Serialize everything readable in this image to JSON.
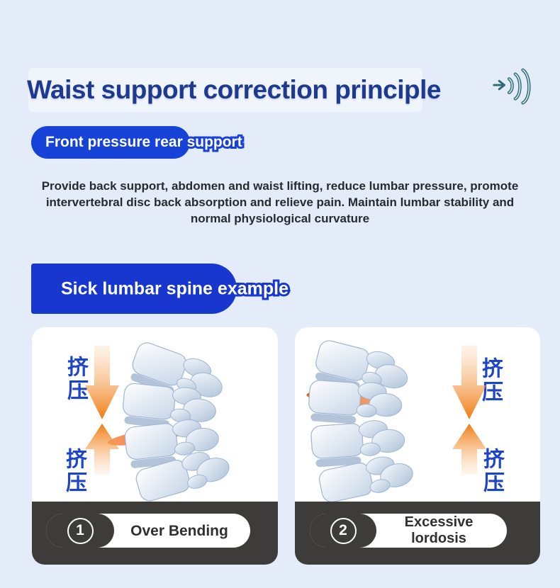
{
  "header": {
    "title": "Waist support correction principle",
    "badge_label": "Front pressure rear support",
    "description": "Provide back support, abdomen and waist lifting, reduce lumbar pressure, promote intervertebral disc back absorption and relieve pain. Maintain lumbar stability and normal physiological curvature"
  },
  "section": {
    "label": "Sick lumbar spine example"
  },
  "panels": [
    {
      "number": "1",
      "caption": "Over Bending",
      "pressure_label": "挤压"
    },
    {
      "number": "2",
      "caption": "Excessive lordosis",
      "pressure_label": "挤压"
    }
  ],
  "icons": {
    "audio": "sound-waves-icon"
  },
  "colors": {
    "page_background": "#e4ecf9",
    "title_navy": "#1d3a8f",
    "badge_blue": "#1742d8",
    "section_blue": "#1737cf",
    "compression_label_blue": "#1d45c8",
    "arrow_orange": "#ef7c12",
    "disc_orange": "#ee5c22",
    "caption_bar_dark": "#3d3c3a",
    "audio_icon_teal": "#2b6b72",
    "panel_white": "#ffffff"
  }
}
